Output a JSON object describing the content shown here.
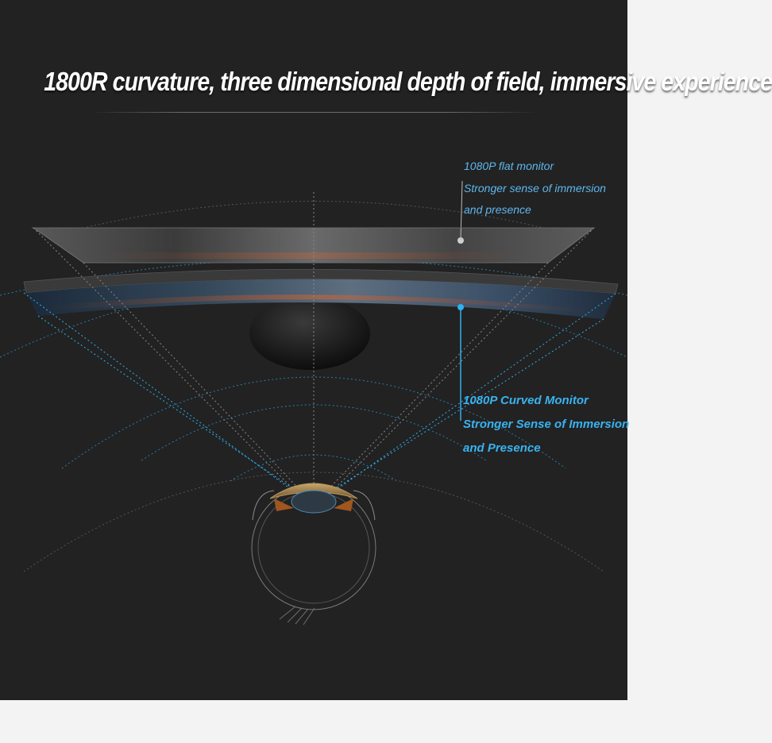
{
  "headline": "1800R curvature, three dimensional depth of field, immersive experience",
  "flat_monitor": {
    "title": "1080P flat monitor",
    "line1": "Stronger sense of immersion",
    "line2": "and presence"
  },
  "curved_monitor": {
    "title": "1080P Curved Monitor",
    "line1": "Stronger Sense of Immersion",
    "line2": "and Presence"
  },
  "colors": {
    "background": "#222222",
    "accent_blue": "#2fb0f0",
    "flat_callout": "#5fb7ee",
    "guide_gray": "#8a8a8a",
    "page_strip": "#f3f3f3"
  },
  "icons": [
    "eye-cross-section-icon",
    "flat-monitor-illustration",
    "curved-monitor-illustration"
  ]
}
